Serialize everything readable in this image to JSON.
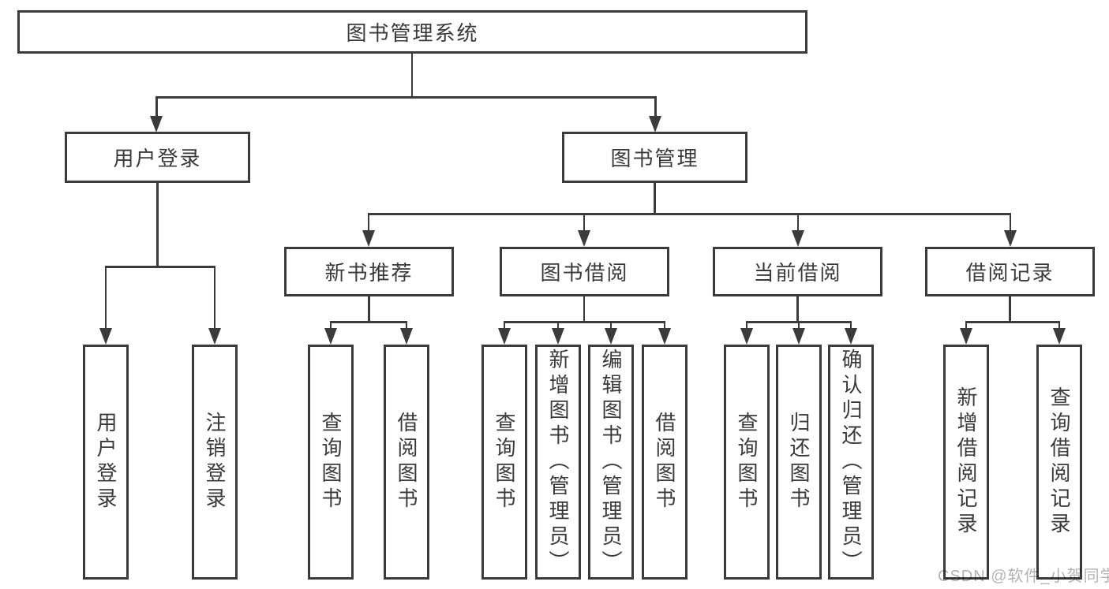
{
  "tree": {
    "label": "图书管理系统",
    "children": [
      {
        "label": "用户登录",
        "children": [
          {
            "label": "用户登录"
          },
          {
            "label": "注销登录"
          }
        ]
      },
      {
        "label": "图书管理",
        "children": [
          {
            "label": "新书推荐",
            "children": [
              {
                "label": "查询图书"
              },
              {
                "label": "借阅图书"
              }
            ]
          },
          {
            "label": "图书借阅",
            "children": [
              {
                "label": "查询图书"
              },
              {
                "label": "新增图书（管理员）"
              },
              {
                "label": "编辑图书（管理员）"
              },
              {
                "label": "借阅图书"
              }
            ]
          },
          {
            "label": "当前借阅",
            "children": [
              {
                "label": "查询图书"
              },
              {
                "label": "归还图书"
              },
              {
                "label": "确认归还（管理员）"
              }
            ]
          },
          {
            "label": "借阅记录",
            "children": [
              {
                "label": "新增借阅记录"
              },
              {
                "label": "查询借阅记录"
              }
            ]
          }
        ]
      }
    ]
  },
  "watermark": "CSDN @软件_小贺同学",
  "colors": {
    "line": "#3b3b3b",
    "text": "#3a3a3a",
    "watermark_alpha": "rgba(0,0,0,0.30)",
    "background": "#ffffff"
  }
}
